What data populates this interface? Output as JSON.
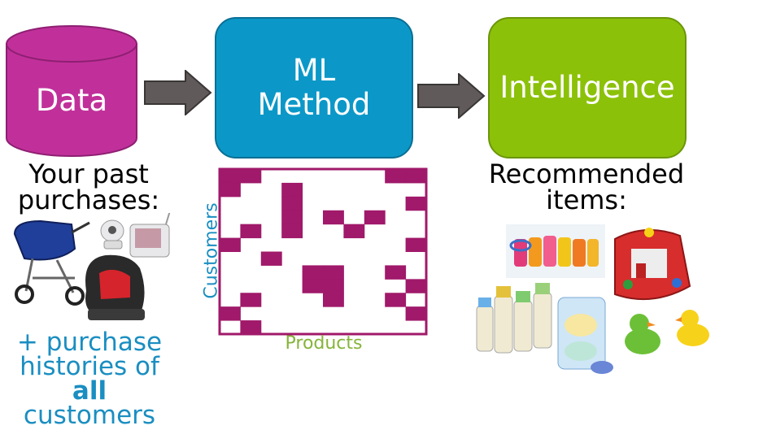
{
  "nodes": {
    "data": {
      "label": "Data",
      "color": "#c1309a"
    },
    "ml": {
      "line1": "ML",
      "line2": "Method",
      "color": "#0b98c8"
    },
    "intelligence": {
      "label": "Intelligence",
      "color": "#8cc10a"
    }
  },
  "arrow_color": "#605a5a",
  "past_purchases": {
    "line1": "Your past",
    "line2": "purchases:"
  },
  "histories": {
    "line1": "+ purchase",
    "line2": "histories of",
    "line3": "all",
    "line4": "customers"
  },
  "matrix": {
    "color": "#a0196a",
    "y_label": "Customers",
    "x_label": "Products",
    "cells": [
      [
        1,
        1,
        0,
        0,
        0,
        0,
        0,
        0,
        1,
        1
      ],
      [
        1,
        0,
        0,
        1,
        0,
        0,
        0,
        0,
        0,
        0
      ],
      [
        0,
        0,
        0,
        1,
        0,
        0,
        0,
        0,
        0,
        1
      ],
      [
        0,
        0,
        0,
        1,
        0,
        1,
        0,
        1,
        0,
        0
      ],
      [
        0,
        1,
        0,
        1,
        0,
        0,
        1,
        0,
        0,
        0
      ],
      [
        1,
        0,
        0,
        0,
        0,
        0,
        0,
        0,
        0,
        1
      ],
      [
        0,
        0,
        1,
        0,
        0,
        0,
        0,
        0,
        0,
        0
      ],
      [
        0,
        0,
        0,
        0,
        1,
        1,
        0,
        0,
        1,
        0
      ],
      [
        0,
        0,
        0,
        0,
        1,
        1,
        0,
        0,
        0,
        1
      ],
      [
        0,
        1,
        0,
        0,
        0,
        1,
        0,
        0,
        1,
        0
      ],
      [
        1,
        0,
        0,
        0,
        0,
        0,
        0,
        0,
        0,
        1
      ],
      [
        0,
        1,
        0,
        0,
        0,
        0,
        0,
        0,
        0,
        0
      ]
    ]
  },
  "recommended": {
    "line1": "Recommended",
    "line2": "items:"
  }
}
